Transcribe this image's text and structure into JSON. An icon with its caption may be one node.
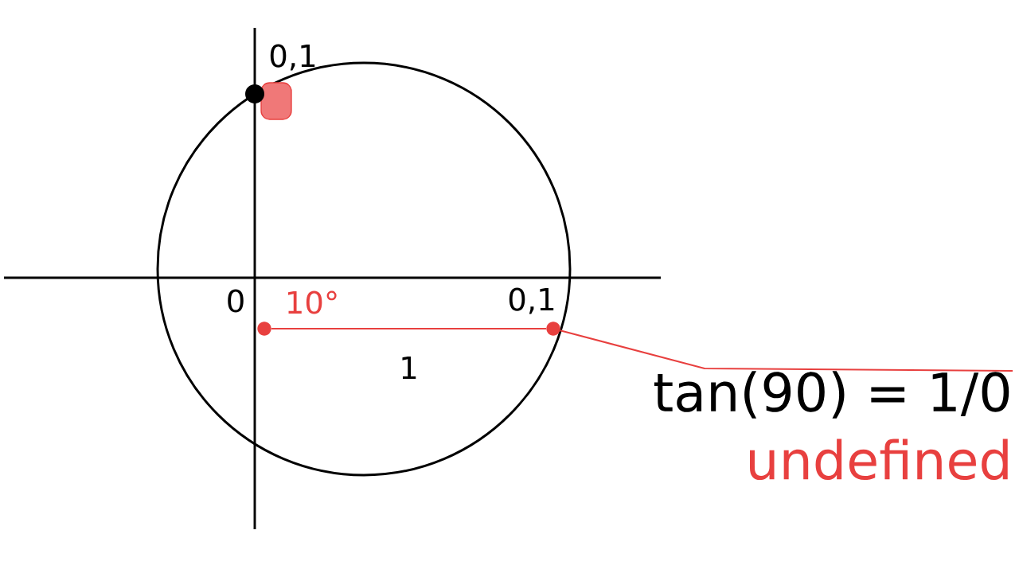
{
  "diagram": {
    "nodes": [
      {
        "text": [],
        "shape": "circle"
      },
      {
        "text": [],
        "shape": "circle"
      },
      {
        "text": [
          "tan(90) = 1/0",
          "undefined"
        ]
      }
    ],
    "edges": [
      {
        "from": 0,
        "to": 1,
        "arrow": "none",
        "label": "1"
      },
      {
        "from": 1,
        "to": 2,
        "arrow": "none"
      }
    ],
    "labels": [
      "0,1",
      "0",
      "10°",
      "0,1"
    ]
  }
}
